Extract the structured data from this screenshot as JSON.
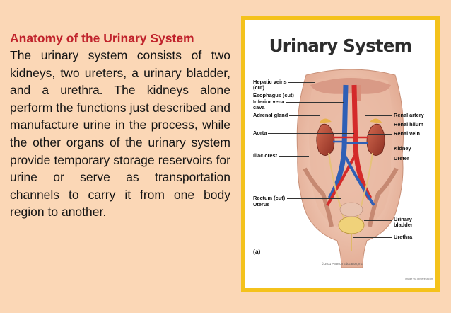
{
  "left_text": {
    "heading": "Anatomy of the Urinary System",
    "body": "The urinary system consists of two kidneys, two ureters, a urinary bladder, and a urethra. The kidneys alone perform the functions just described and manufacture urine in the process, while the other organs of the urinary system provide temporary storage reservoirs for urine or serve as transportation channels to carry it from one body region to another."
  },
  "figure": {
    "title": "Urinary System",
    "panel": "(a)",
    "copyright": "© 2011 Pearson Education, Inc.",
    "source_mark": "image via pinterest.com",
    "labels_left": {
      "hepatic_veins": [
        "Hepatic veins",
        "(cut)"
      ],
      "esophagus": "Esophagus (cut)",
      "inferior_vena_cava": [
        "Inferior vena",
        "cava"
      ],
      "adrenal_gland": "Adrenal gland",
      "aorta": "Aorta",
      "iliac_crest": "Iliac crest",
      "rectum": "Rectum (cut)",
      "uterus": "Uterus"
    },
    "labels_right": {
      "renal_artery": "Renal artery",
      "renal_hilum": "Renal hilum",
      "renal_vein": "Renal vein",
      "kidney": "Kidney",
      "ureter": "Ureter",
      "urinary_bladder": [
        "Urinary",
        "bladder"
      ],
      "urethra": "Urethra"
    },
    "colors": {
      "frame": "#f4c21c",
      "artery": "#d42a2a",
      "vein": "#2f5fb6",
      "kidney": "#b24a3a",
      "adrenal": "#e8b24a",
      "body": "#f2cdb5"
    }
  }
}
